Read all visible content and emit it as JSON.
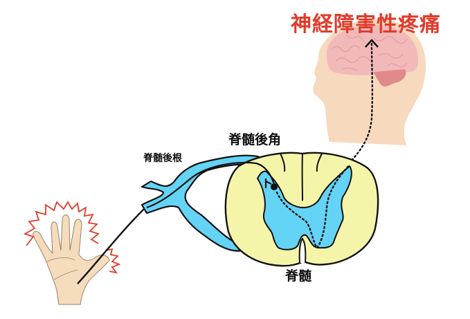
{
  "title": {
    "text": "神経障害性疼痛",
    "color": "#e03b2a"
  },
  "labels": {
    "dorsal_horn": "脊髄後角",
    "dorsal_root": "脊髄後根",
    "spinal_cord": "脊髄"
  },
  "colors": {
    "skin": "#f7d9bd",
    "brain": "#f1b7b9",
    "brain_lines": "#d98a90",
    "cerebellum": "#e08a8c",
    "white_matter": "#f4f5a8",
    "gray_matter": "#63d3f6",
    "outline": "#111111",
    "pain_zigzag": "#e03b2a",
    "hand": "#f4dcbc"
  }
}
